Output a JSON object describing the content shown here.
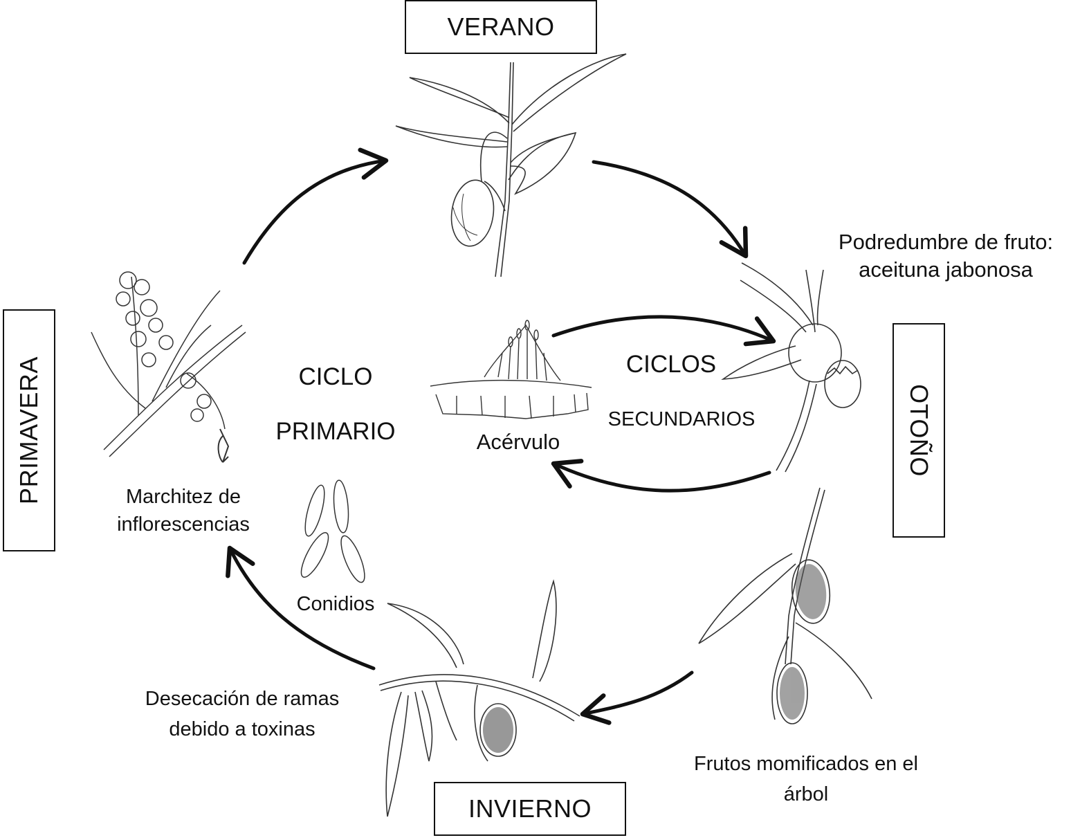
{
  "seasons": {
    "summer": "VERANO",
    "autumn": "OTOÑO",
    "winter": "INVIERNO",
    "spring": "PRIMAVERA"
  },
  "cycles": {
    "primary_line1": "CICLO",
    "primary_line2": "PRIMARIO",
    "secondary_line1": "CICLOS",
    "secondary_line2": "SECUNDARIOS"
  },
  "stages": {
    "fruit_rot_line1": "Podredumbre de fruto:",
    "fruit_rot_line2": "aceituna jabonosa",
    "acervulus": "Acérvulo",
    "conidia": "Conidios",
    "mummified_line1": "Frutos momificados en el",
    "mummified_line2": "árbol",
    "dieback_line1": "Desecación de ramas",
    "dieback_line2": "debido a toxinas",
    "wilt_line1": "Marchitez de",
    "wilt_line2": "inflorescencias"
  }
}
